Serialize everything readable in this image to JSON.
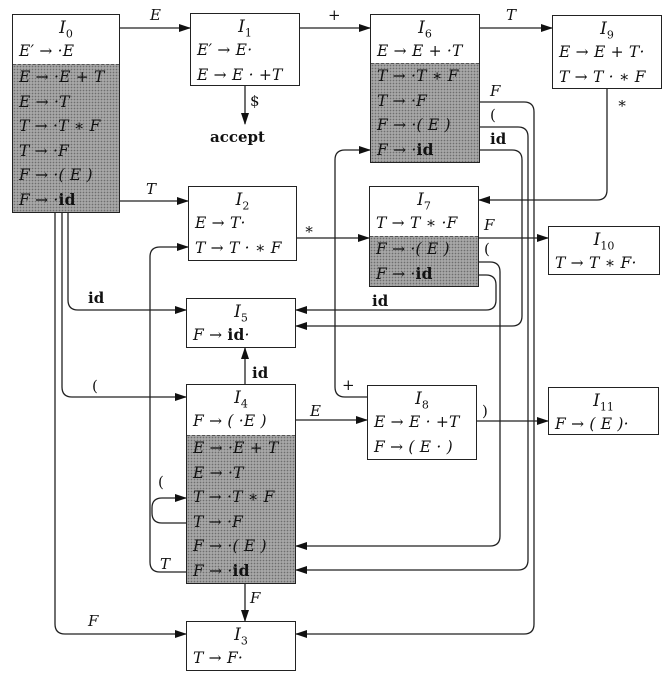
{
  "diagram": {
    "type": "LR(0) automaton",
    "accept_label": "accept",
    "states": [
      {
        "id": "I0",
        "name": "I",
        "sub": "0",
        "kernel": [
          "E′ → ·E"
        ],
        "closure": [
          "E → ·E + T",
          "E → ·T",
          "T → ·T ∗ F",
          "T → ·F",
          "F → ·( E )",
          "F → ·id"
        ]
      },
      {
        "id": "I1",
        "name": "I",
        "sub": "1",
        "kernel": [
          "E′ → E·",
          "E → E · +T"
        ],
        "closure": []
      },
      {
        "id": "I2",
        "name": "I",
        "sub": "2",
        "kernel": [
          "E → T·",
          "T → T · ∗ F"
        ],
        "closure": []
      },
      {
        "id": "I3",
        "name": "I",
        "sub": "3",
        "kernel": [
          "T → F·"
        ],
        "closure": []
      },
      {
        "id": "I4",
        "name": "I",
        "sub": "4",
        "kernel": [
          "F → ( ·E )"
        ],
        "closure": [
          "E → ·E + T",
          "E → ·T",
          "T → ·T ∗ F",
          "T → ·F",
          "F → ·( E )",
          "F → ·id"
        ]
      },
      {
        "id": "I5",
        "name": "I",
        "sub": "5",
        "kernel": [
          "F → id·"
        ],
        "closure": []
      },
      {
        "id": "I6",
        "name": "I",
        "sub": "6",
        "kernel": [
          "E → E + ·T"
        ],
        "closure": [
          "T → ·T ∗ F",
          "T → ·F",
          "F → ·( E )",
          "F → ·id"
        ]
      },
      {
        "id": "I7",
        "name": "I",
        "sub": "7",
        "kernel": [
          "T → T ∗ ·F"
        ],
        "closure": [
          "F → ·( E )",
          "F → ·id"
        ]
      },
      {
        "id": "I8",
        "name": "I",
        "sub": "8",
        "kernel": [
          "E → E · +T",
          "F → ( E · )"
        ],
        "closure": []
      },
      {
        "id": "I9",
        "name": "I",
        "sub": "9",
        "kernel": [
          "E → E + T·",
          "T → T · ∗ F"
        ],
        "closure": []
      },
      {
        "id": "I10",
        "name": "I",
        "sub": "10",
        "kernel": [
          "T → T ∗ F·"
        ],
        "closure": []
      },
      {
        "id": "I11",
        "name": "I",
        "sub": "11",
        "kernel": [
          "F → ( E )·"
        ],
        "closure": []
      }
    ],
    "edges": [
      {
        "from": "I0",
        "to": "I1",
        "symbol": "E"
      },
      {
        "from": "I0",
        "to": "I2",
        "symbol": "T"
      },
      {
        "from": "I0",
        "to": "I3",
        "symbol": "F"
      },
      {
        "from": "I0",
        "to": "I4",
        "symbol": "("
      },
      {
        "from": "I0",
        "to": "I5",
        "symbol": "id"
      },
      {
        "from": "I1",
        "to": "I6",
        "symbol": "+"
      },
      {
        "from": "I1",
        "to": "accept",
        "symbol": "$"
      },
      {
        "from": "I2",
        "to": "I7",
        "symbol": "∗"
      },
      {
        "from": "I4",
        "to": "I8",
        "symbol": "E"
      },
      {
        "from": "I4",
        "to": "I2",
        "symbol": "T"
      },
      {
        "from": "I4",
        "to": "I3",
        "symbol": "F"
      },
      {
        "from": "I4",
        "to": "I4",
        "symbol": "("
      },
      {
        "from": "I4",
        "to": "I5",
        "symbol": "id"
      },
      {
        "from": "I6",
        "to": "I9",
        "symbol": "T"
      },
      {
        "from": "I6",
        "to": "I3",
        "symbol": "F"
      },
      {
        "from": "I6",
        "to": "I4",
        "symbol": "("
      },
      {
        "from": "I6",
        "to": "I5",
        "symbol": "id"
      },
      {
        "from": "I7",
        "to": "I10",
        "symbol": "F"
      },
      {
        "from": "I7",
        "to": "I4",
        "symbol": "("
      },
      {
        "from": "I7",
        "to": "I5",
        "symbol": "id"
      },
      {
        "from": "I8",
        "to": "I11",
        "symbol": ")"
      },
      {
        "from": "I8",
        "to": "I6",
        "symbol": "+"
      },
      {
        "from": "I9",
        "to": "I7",
        "symbol": "∗"
      }
    ]
  }
}
